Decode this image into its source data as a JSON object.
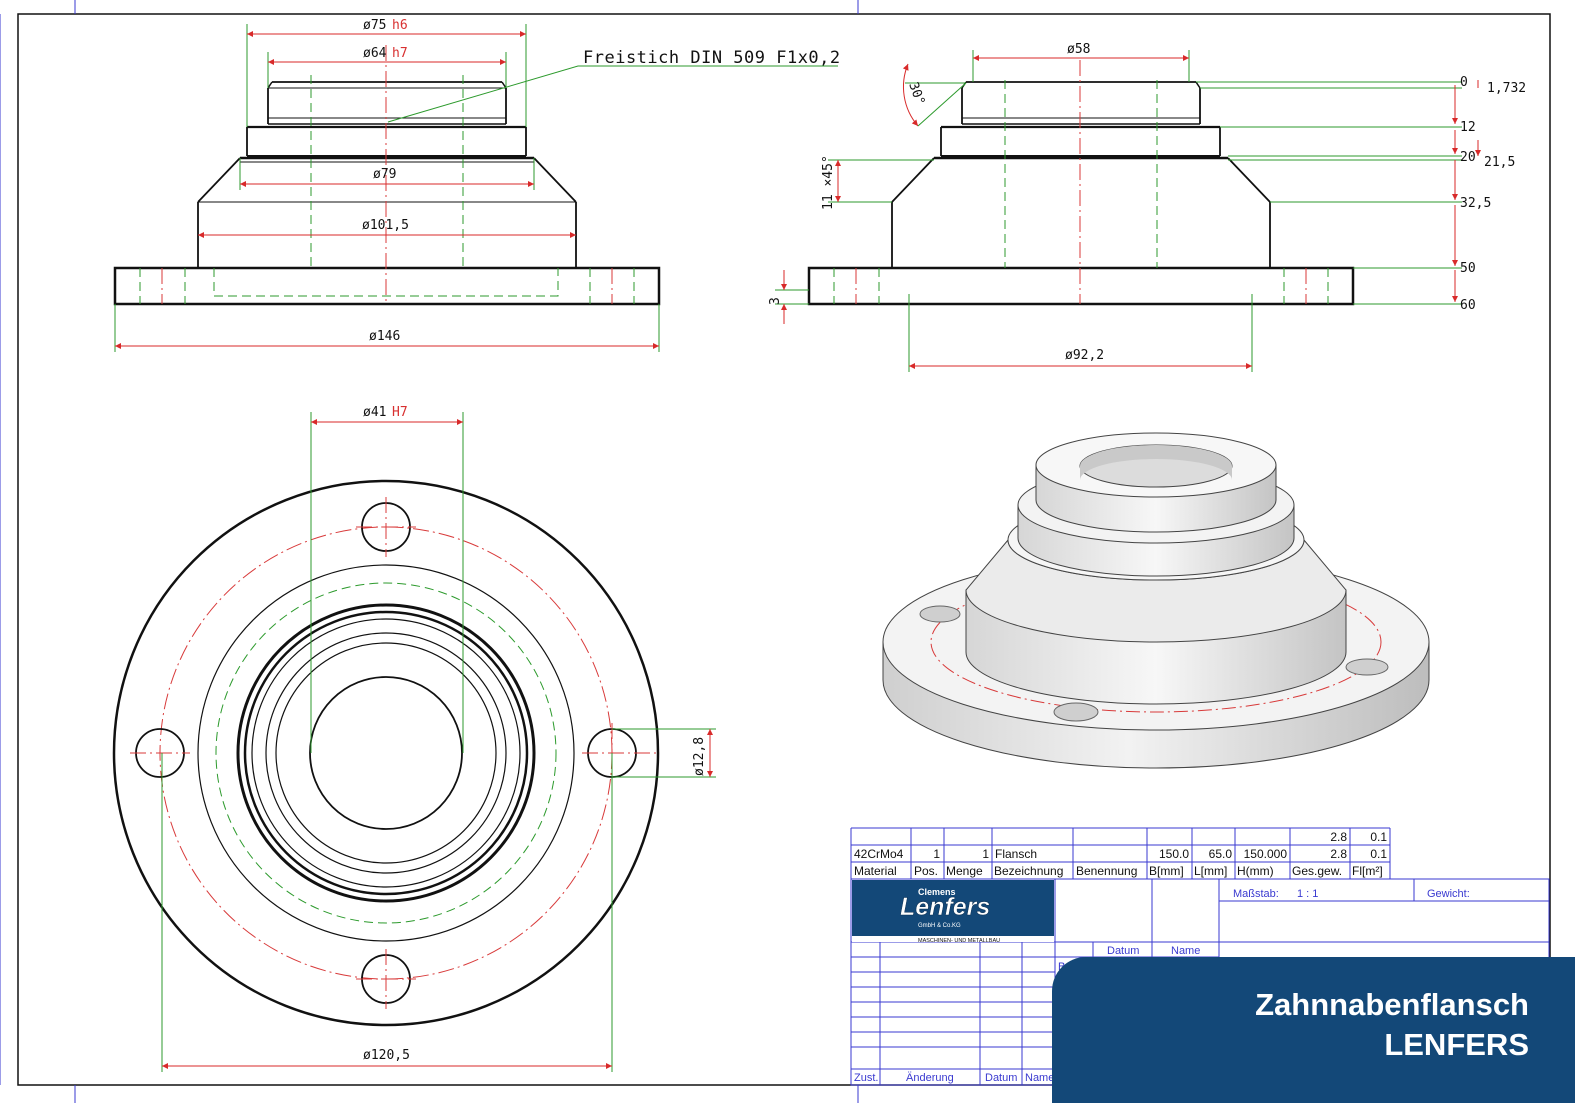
{
  "dims_top_left": {
    "d75": "ø75",
    "d75_tol": "h6",
    "d64": "ø64",
    "d64_tol": "h7",
    "undercut": "Freistich DIN 509 F1x0,2",
    "d79": "ø79",
    "d1015": "ø101,5",
    "d146": "ø146"
  },
  "dims_top_right": {
    "d58": "ø58",
    "angle": "30°",
    "chamfer": "11 ×45°",
    "h3": "3",
    "d922": "ø92,2",
    "z0": "0",
    "z1732": "1,732",
    "z12": "12",
    "z20": "20",
    "z215": "21,5",
    "z325": "32,5",
    "z50": "50",
    "z60": "60"
  },
  "dims_plan": {
    "d41": "ø41",
    "d41_tol": "H7",
    "d128": "ø12,8",
    "d1205": "ø120,5"
  },
  "parts_list": {
    "row1": [
      "",
      "",
      "",
      "",
      "",
      "",
      "",
      "",
      "2.8",
      "0.1"
    ],
    "row2": [
      "42CrMo4",
      "1",
      "1",
      "Flansch",
      "",
      "150.0",
      "65.0",
      "150.000",
      "2.8",
      "0.1"
    ],
    "header": [
      "Material",
      "Pos.",
      "Menge",
      "Bezeichnung",
      "Benennung",
      "B[mm]",
      "L[mm]",
      "H(mm)",
      "Ges.gew.",
      "Fl[m²]"
    ]
  },
  "title_block": {
    "company_top": "Clemens",
    "company": "Lenfers",
    "company_sub": "GmbH & Co.KG",
    "company_desc": "MASCHINEN- UND METALLBAU",
    "scale_label": "Maßstab:",
    "scale_value": "1 : 1",
    "weight_label": "Gewicht:",
    "date_label": "Datum",
    "name_label": "Name",
    "bearb_label": "Be",
    "zust_label": "Zust.",
    "change_label": "Änderung",
    "date_label2": "Datum",
    "name_label2": "Name"
  },
  "overlay": {
    "line1": "Zahnnabenflansch",
    "line2": "LENFERS"
  },
  "colors": {
    "overlay_bg": "#134878",
    "dimension_red": "#d82a2a",
    "centerline_green": "#2c9a2c",
    "table_blue": "#3a3ad0"
  }
}
